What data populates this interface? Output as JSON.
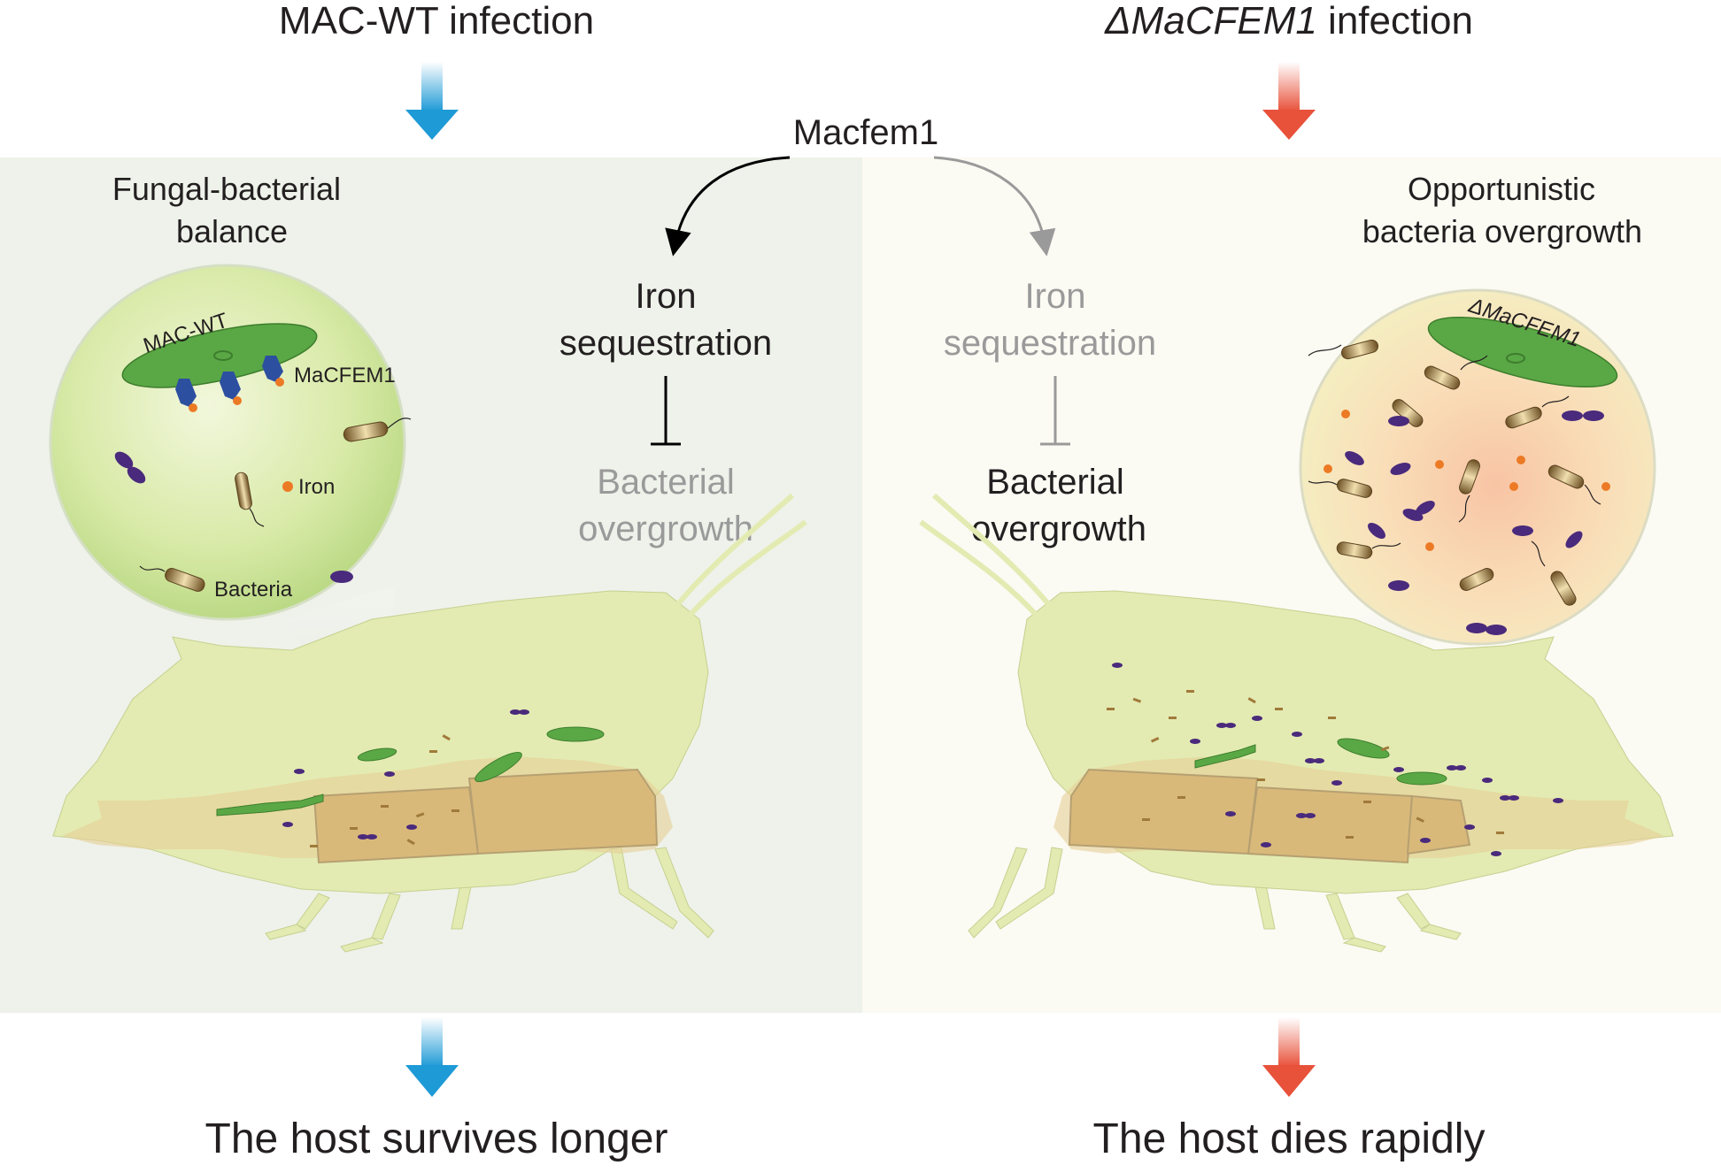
{
  "header": {
    "left_title": "MAC-WT infection",
    "right_title_symbol": "ΔMaCFEM1",
    "right_title_suffix": " infection"
  },
  "center": {
    "gene": "Macfem1"
  },
  "left_panel": {
    "balance_line1": "Fungal-bacterial",
    "balance_line2": "balance",
    "iron_seq_line1": "Iron",
    "iron_seq_line2": "sequestration",
    "overgrowth_line1": "Bacterial",
    "overgrowth_line2": "overgrowth",
    "circle_labels": {
      "fungus": "MAC-WT",
      "protein": "MaCFEM1",
      "iron": "Iron",
      "bacteria": "Bacteria"
    }
  },
  "right_panel": {
    "title_line1": "Opportunistic",
    "title_line2": "bacteria overgrowth",
    "iron_seq_line1": "Iron",
    "iron_seq_line2": "sequestration",
    "overgrowth_line1": "Bacterial",
    "overgrowth_line2": "overgrowth",
    "circle_label": "ΔMaCFEM1"
  },
  "footer": {
    "left_outcome": "The host survives longer",
    "right_outcome": "The host dies rapidly"
  },
  "colors": {
    "left_background": "#eef2ea",
    "right_background": "#fbfaf3",
    "blue_arrow": "#1e9ad6",
    "red_arrow": "#e8513a",
    "grasshopper_body": "#e3ebb2",
    "gut": "#d9b97a",
    "fungus_green": "#5aa845",
    "bacteria_purple": "#4a2a7c",
    "iron_orange": "#ec7a25",
    "faded_text": "#9a9a9a"
  }
}
